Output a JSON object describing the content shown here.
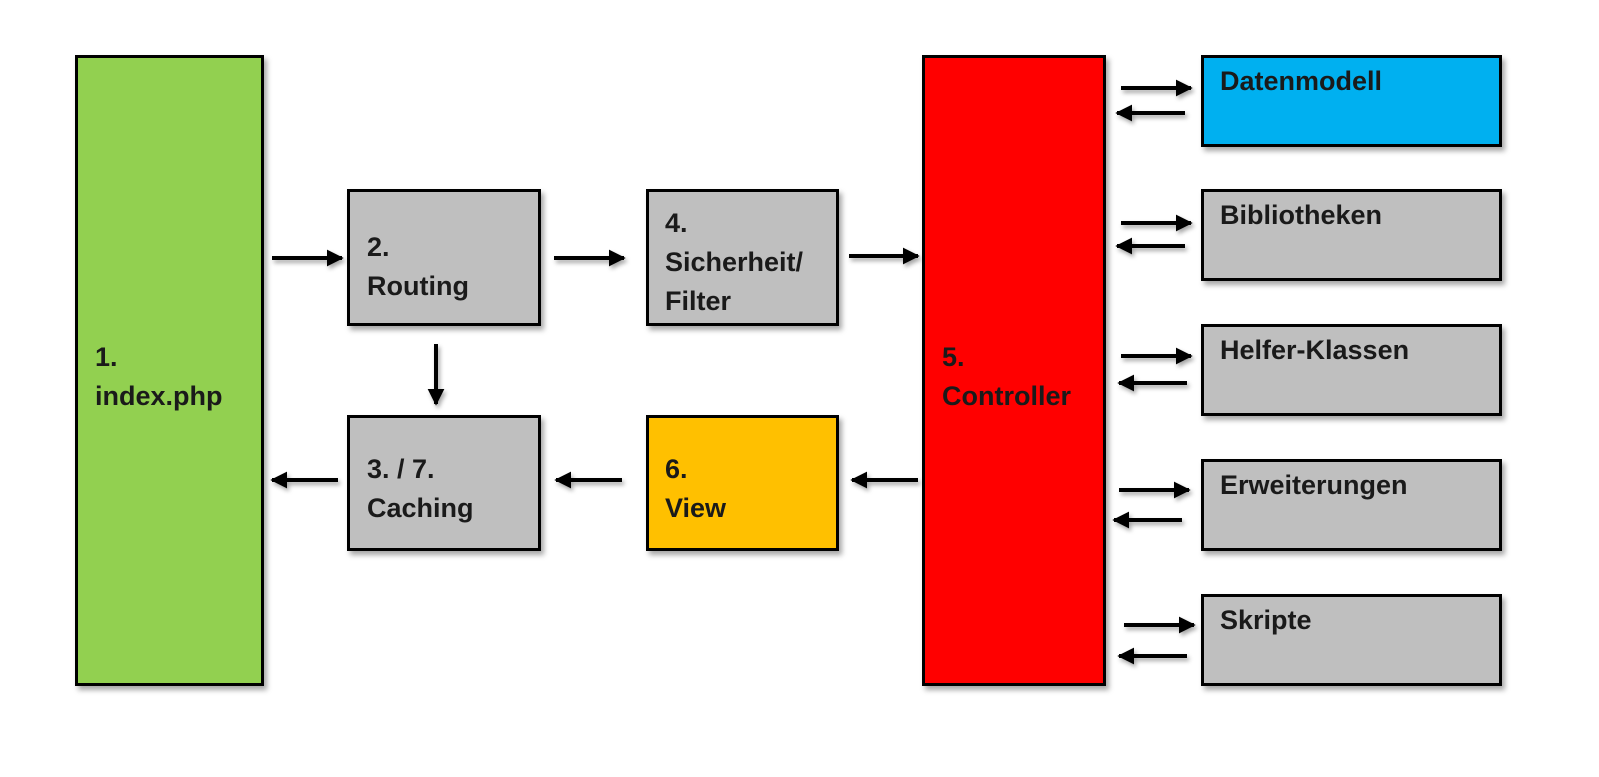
{
  "colors": {
    "index": "#92D050",
    "gray": "#BFBFBF",
    "controller": "#FF0000",
    "view": "#FFC000",
    "datenmodell": "#00B0F0",
    "arrow": "#000000"
  },
  "boxes": {
    "index": {
      "step": "1.",
      "label": "index.php"
    },
    "routing": {
      "step": "2.",
      "label": "Routing"
    },
    "filter": {
      "step": "4.",
      "label_line1": "Sicherheit/",
      "label_line2": "Filter"
    },
    "caching": {
      "step": "3. / 7.",
      "label": "Caching"
    },
    "view": {
      "step": "6.",
      "label": "View"
    },
    "controller": {
      "step": "5.",
      "label": "Controller"
    }
  },
  "components": [
    {
      "label": "Datenmodell"
    },
    {
      "label": "Bibliotheken"
    },
    {
      "label": "Helfer-Klassen"
    },
    {
      "label": "Erweiterungen"
    },
    {
      "label": "Skripte"
    }
  ]
}
